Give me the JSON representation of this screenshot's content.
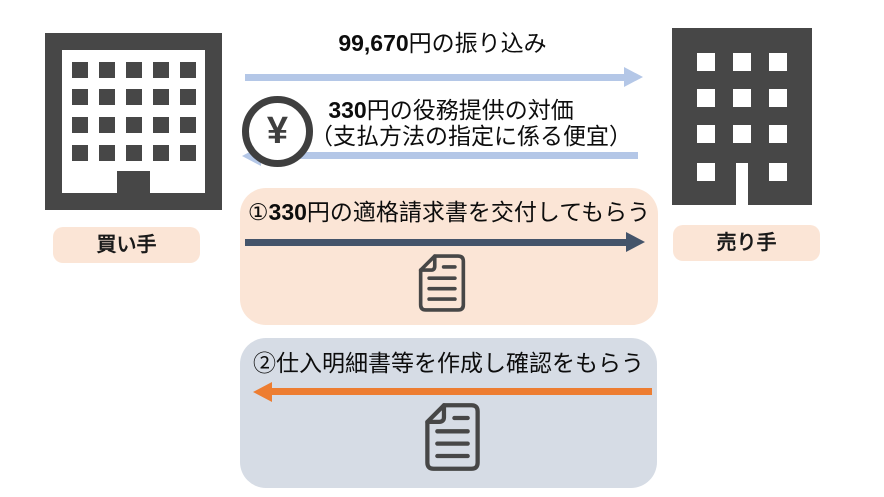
{
  "buyer": {
    "label": "買い手"
  },
  "seller": {
    "label": "売り手"
  },
  "flows": {
    "transfer": {
      "amount": "99,670",
      "text": "円の振り込み"
    },
    "service": {
      "yen_symbol": "¥",
      "amount": "330",
      "text": "円の役務提供の対価",
      "subtext": "（支払方法の指定に係る便宜）"
    },
    "step1": {
      "prefix": "①",
      "amount": "330",
      "text": "円の適格請求書を交付してもらう"
    },
    "step2": {
      "text": "②仕入明細書等を作成し確認をもらう"
    }
  },
  "colors": {
    "arrow_light_blue": "#b4c7e7",
    "arrow_dark_slate": "#44546a",
    "arrow_orange": "#ed7d31",
    "box_peach": "#fbe5d6",
    "box_gray_blue": "#d6dce5",
    "icon_dark": "#474747"
  }
}
